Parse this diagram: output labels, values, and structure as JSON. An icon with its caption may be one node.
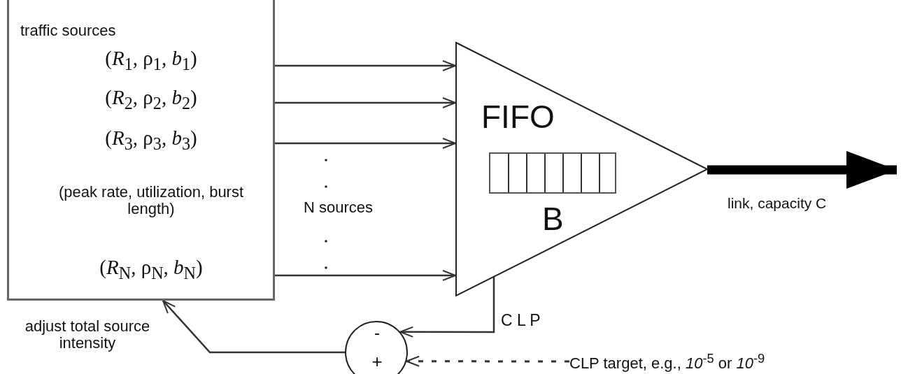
{
  "diagram": {
    "nodes": [
      {
        "text": [
          "traffic sources",
          "(*R*$_{1}$, ρ$_{1}$, *b*$_{1}$)",
          "(*R*$_{2}$, ρ$_{2}$, *b*$_{2}$)",
          "(*R*$_{3}$, ρ$_{3}$, *b*$_{3}$)",
          "(peak rate, utilization, burst length)",
          "(*R*$_{N}$, ρ$_{N}$, *b*$_{N}$)"
        ]
      },
      {
        "text": [
          "FIFO",
          "B"
        ]
      },
      {
        "text": [],
        "shape": "box",
        "in": 1
      },
      {
        "text": [
          "-",
          "+"
        ]
      },
      {
        "text": [
          "CLP target, e.g., *10*$^{-5}$ or *10*$^{-9}$"
        ]
      }
    ],
    "edges": [
      {
        "from": 0,
        "to": 1,
        "arrow": "to"
      },
      {
        "from": 0,
        "to": 1,
        "arrow": "to"
      },
      {
        "from": 0,
        "to": 1,
        "arrow": "to"
      },
      {
        "from": 0,
        "to": 1,
        "arrow": "to"
      },
      {
        "from": 1,
        "to": null,
        "arrow": "to",
        "style": "thick",
        "label": "link, capacity C"
      },
      {
        "from": 2,
        "to": 3,
        "arrow": "to",
        "label": "C L P"
      },
      {
        "from": 4,
        "to": 3,
        "arrow": "to",
        "style": "dashed"
      },
      {
        "from": 3,
        "to": 0,
        "arrow": "to"
      }
    ],
    "labels": [
      "N sources",
      "adjust total source intensity"
    ]
  }
}
